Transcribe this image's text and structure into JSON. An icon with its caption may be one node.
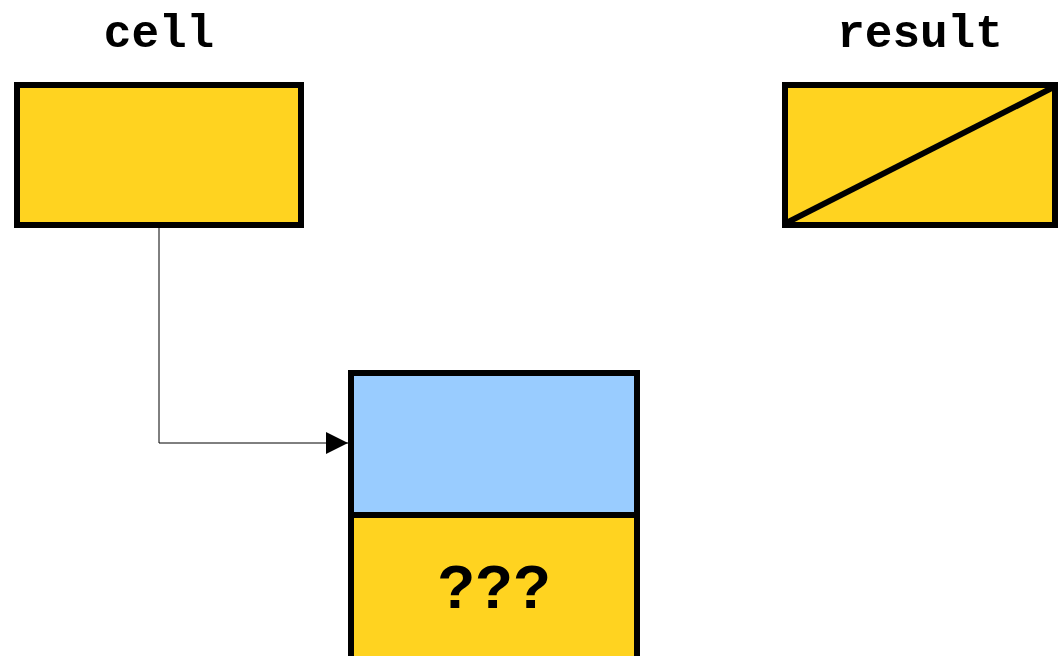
{
  "diagram": {
    "nodes": [
      {
        "text": [
          "cell"
        ]
      },
      {
        "text": [
          "result"
        ]
      },
      {
        "text": [],
        "shape": "box"
      },
      {
        "text": [
          "???"
        ]
      }
    ],
    "edges": [
      {
        "from": 0,
        "to": 2,
        "arrow": "to"
      }
    ]
  }
}
